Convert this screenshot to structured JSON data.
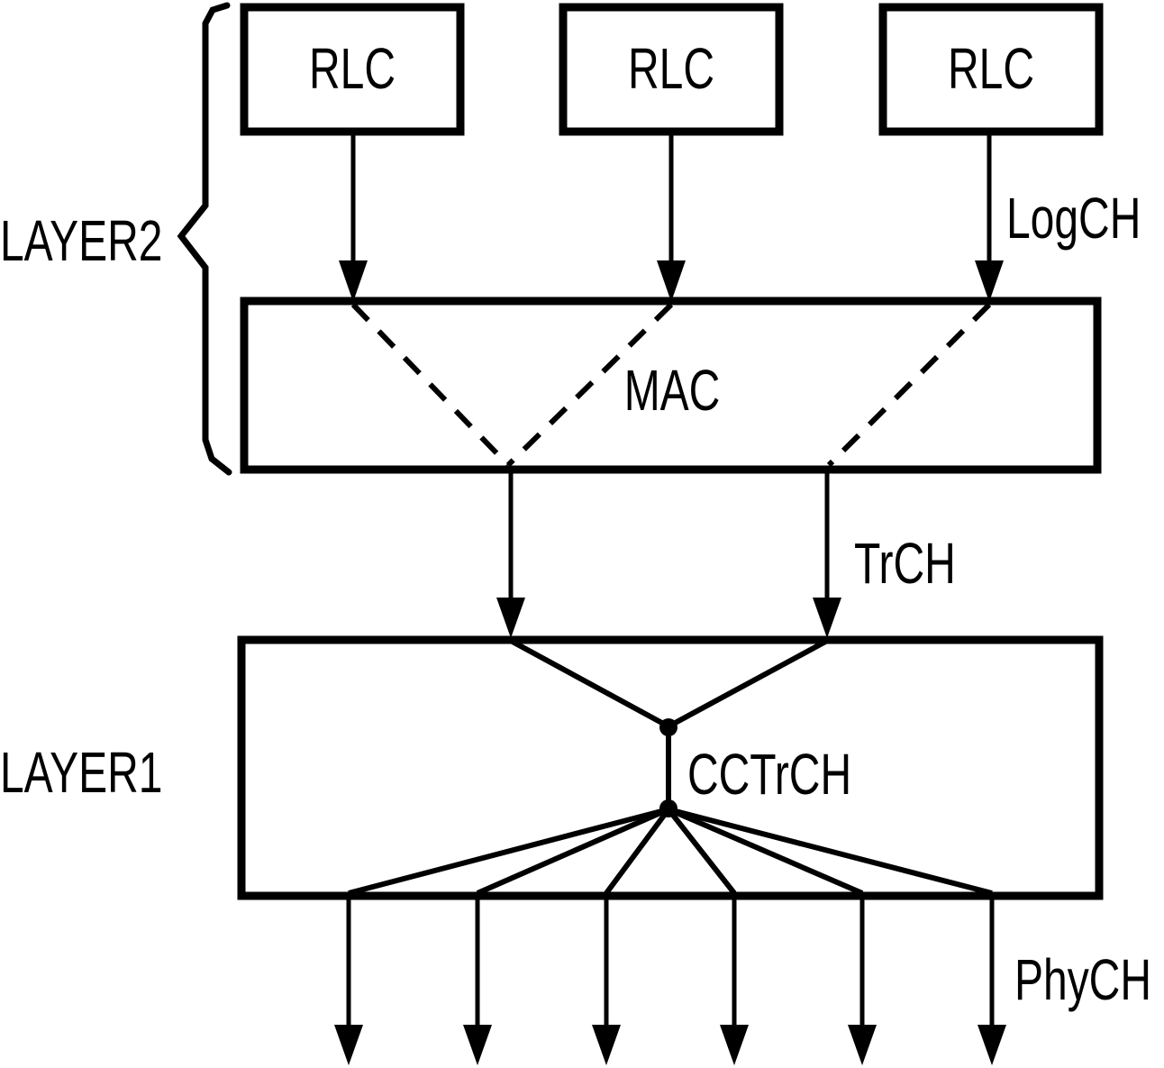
{
  "figure": {
    "background": "#ffffff",
    "ink": "#000000",
    "layer2": {
      "label": "LAYER2"
    },
    "layer1": {
      "label": "LAYER1"
    },
    "rlc_boxes": [
      {
        "label": "RLC"
      },
      {
        "label": "RLC"
      },
      {
        "label": "RLC"
      }
    ],
    "mac": {
      "label": "MAC"
    },
    "cctrch": {
      "label": "CCTrCH"
    },
    "channel_labels": {
      "logical": "LogCH",
      "transport": "TrCH",
      "physical": "PhyCH"
    }
  }
}
